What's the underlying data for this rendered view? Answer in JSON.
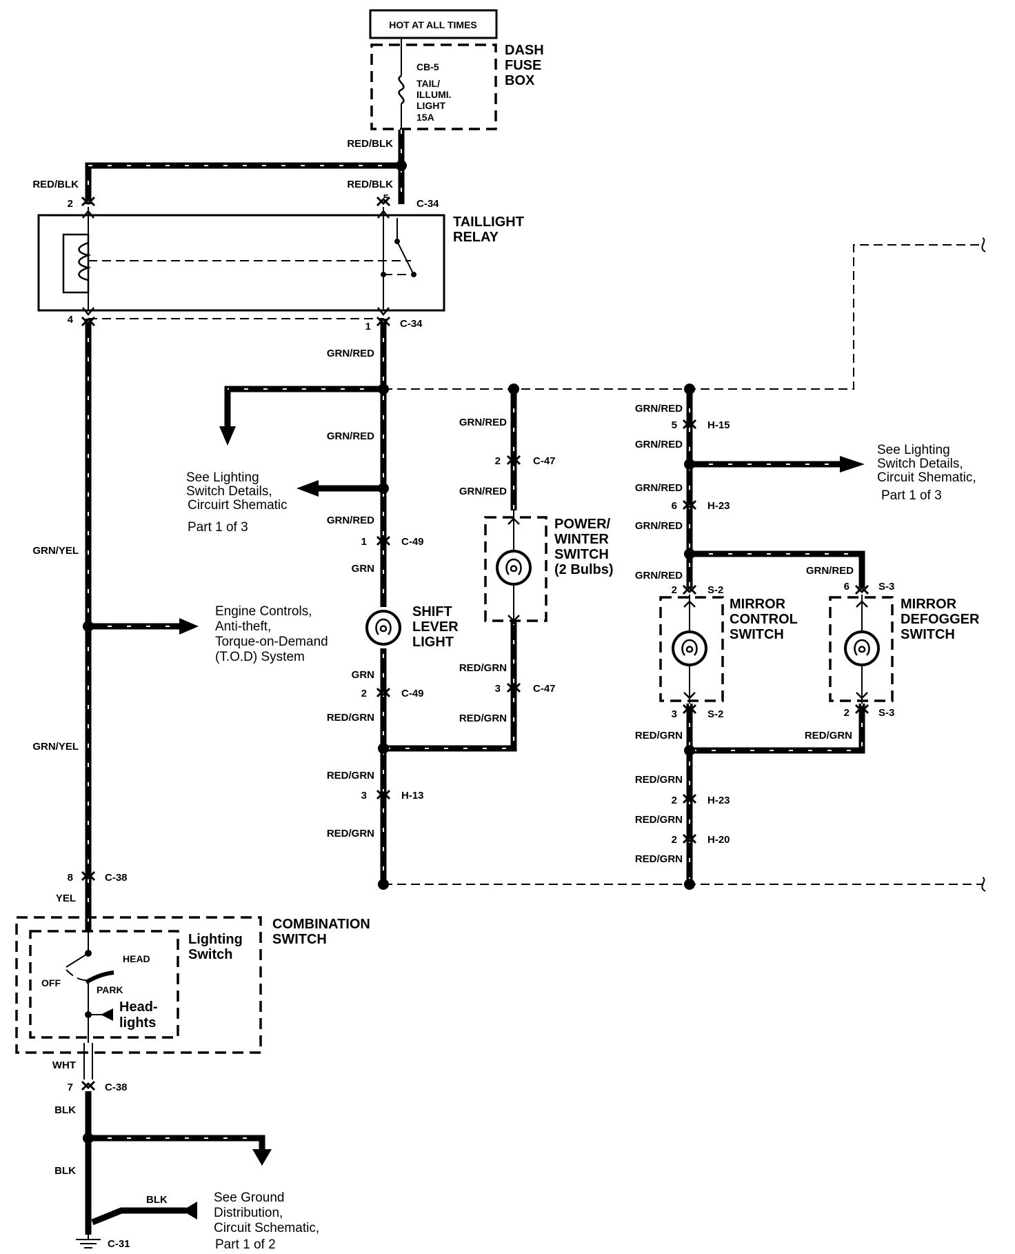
{
  "fuse_box": {
    "hot_label": "HOT AT ALL TIMES",
    "title_1": "DASH",
    "title_2": "FUSE",
    "title_3": "BOX",
    "fuse_1": "CB-5",
    "fuse_2": "TAIL/",
    "fuse_3": "ILLUMI.",
    "fuse_4": "LIGHT",
    "fuse_5": "15A"
  },
  "relay": {
    "title_1": "TAILLIGHT",
    "title_2": "RELAY",
    "pin_2": "2",
    "pin_5": "5",
    "pin_4": "4",
    "pin_1": "1",
    "conn_top": "C-34",
    "conn_bottom": "C-34"
  },
  "wires": {
    "red_blk_feed": "RED/BLK",
    "red_blk_left": "RED/BLK",
    "red_blk_right": "RED/BLK",
    "grn_red_1": "GRN/RED",
    "grn_red_2": "GRN/RED",
    "grn_red_3": "GRN/RED",
    "grn": "GRN",
    "grn_2": "GRN",
    "red_grn_1": "RED/GRN",
    "red_grn_2": "RED/GRN",
    "red_grn_3": "RED/GRN",
    "grn_yel_1": "GRN/YEL",
    "grn_yel_2": "GRN/YEL",
    "yel": "YEL",
    "wht": "WHT",
    "blk_1": "BLK",
    "blk_2": "BLK",
    "blk_3": "BLK",
    "pw_grn_red_1": "GRN/RED",
    "pw_grn_red_2": "GRN/RED",
    "pw_red_grn_1": "RED/GRN",
    "pw_red_grn_2": "RED/GRN",
    "m_grn_red_1": "GRN/RED",
    "m_grn_red_2": "GRN/RED",
    "m_grn_red_3": "GRN/RED",
    "m_grn_red_4": "GRN/RED",
    "m_grn_red_5": "GRN/RED",
    "m_grn_red_6": "GRN/RED",
    "m_red_grn_1": "RED/GRN",
    "m_red_grn_2": "RED/GRN",
    "m_red_grn_3": "RED/GRN",
    "m_red_grn_4": "RED/GRN",
    "m_red_grn_5": "RED/GRN"
  },
  "connectors": {
    "c49_top_pin": "1",
    "c49_top": "C-49",
    "c49_bot_pin": "2",
    "c49_bot": "C-49",
    "h13_pin": "3",
    "h13": "H-13",
    "c47_top_pin": "2",
    "c47_top": "C-47",
    "c47_bot_pin": "3",
    "c47_bot": "C-47",
    "h15_pin": "5",
    "h15": "H-15",
    "h23a_pin": "6",
    "h23a": "H-23",
    "s2_top_pin": "2",
    "s2_top": "S-2",
    "s2_bot_pin": "3",
    "s2_bot": "S-2",
    "s3_top_pin": "6",
    "s3_top": "S-3",
    "s3_bot_pin": "2",
    "s3_bot": "S-3",
    "h23b_pin": "2",
    "h23b": "H-23",
    "h20_pin": "2",
    "h20": "H-20",
    "c38_top_pin": "8",
    "c38_top": "C-38",
    "c38_bot_pin": "7",
    "c38_bot": "C-38",
    "c31": "C-31"
  },
  "components": {
    "shift_1": "SHIFT",
    "shift_2": "LEVER",
    "shift_3": "LIGHT",
    "power_1": "POWER/",
    "power_2": "WINTER",
    "power_3": "SWITCH",
    "power_4": "(2 Bulbs)",
    "mirror_ctrl_1": "MIRROR",
    "mirror_ctrl_2": "CONTROL",
    "mirror_ctrl_3": "SWITCH",
    "mirror_def_1": "MIRROR",
    "mirror_def_2": "DEFOGGER",
    "mirror_def_3": "SWITCH",
    "combo_1": "COMBINATION",
    "combo_2": "SWITCH",
    "lighting_1": "Lighting",
    "lighting_2": "Switch",
    "sw_head": "HEAD",
    "sw_off": "OFF",
    "sw_park": "PARK",
    "sw_headlights_1": "Head-",
    "sw_headlights_2": "lights"
  },
  "notes": {
    "left_ref_1": "See Lighting",
    "left_ref_2": "Switch Details,",
    "left_ref_3": "Circuirt Shematic",
    "left_ref_4": "Part 1 of 3",
    "right_ref_1": "See Lighting",
    "right_ref_2": "Switch Details,",
    "right_ref_3": "Circuit Shematic,",
    "right_ref_4": "Part 1 of 3",
    "engine_1": "Engine Controls,",
    "engine_2": "Anti-theft,",
    "engine_3": "Torque-on-Demand",
    "engine_4": "(T.O.D) System",
    "ground_1": "See Ground",
    "ground_2": "Distribution,",
    "ground_3": "Circuit Schematic,",
    "ground_4": "Part 1 of 2"
  }
}
